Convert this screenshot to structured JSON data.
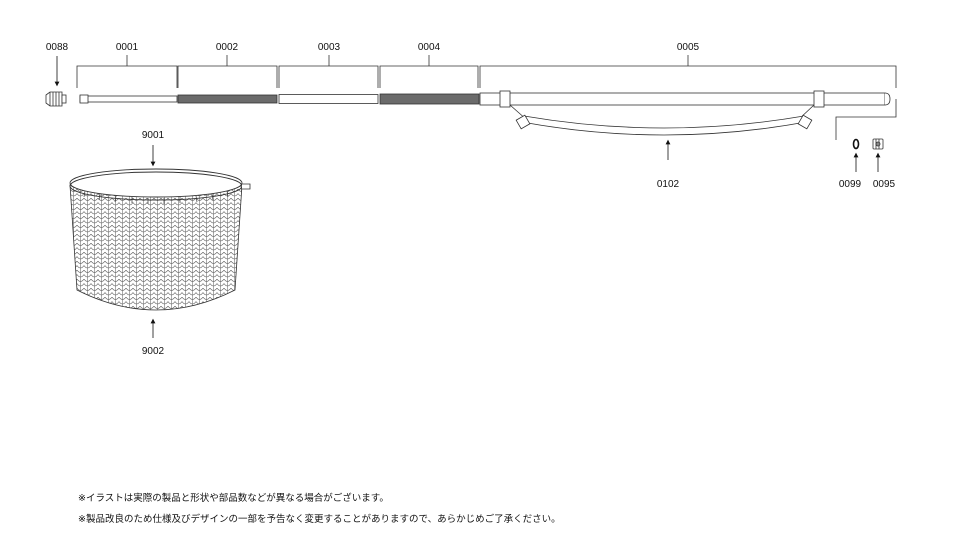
{
  "parts": {
    "p0088": "0088",
    "p0001": "0001",
    "p0002": "0002",
    "p0003": "0003",
    "p0004": "0004",
    "p0005": "0005",
    "p0102": "0102",
    "p0099": "0099",
    "p0095": "0095",
    "p9001": "9001",
    "p9002": "9002"
  },
  "colors": {
    "line": "#333333",
    "dark_section": "#6b6b6b",
    "mesh": "#555555"
  },
  "notes": [
    "※イラストは実際の製品と形状や部品数などが異なる場合がございます。",
    "※製品改良のため仕様及びデザインの一部を予告なく変更することがありますので、あらかじめご了承ください。"
  ]
}
